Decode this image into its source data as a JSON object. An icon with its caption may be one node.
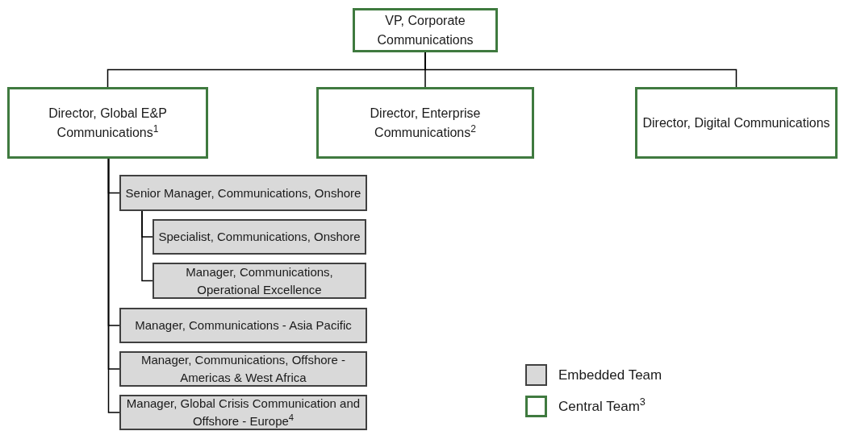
{
  "diagram": {
    "nodes": [
      {
        "text": [
          "VP, Corporate Communications"
        ]
      },
      {
        "text": [
          "Director, Global E&P Communications$^{1}$"
        ]
      },
      {
        "text": [
          "Director, Enterprise Communications$^{2}$"
        ]
      },
      {
        "text": [
          "Director, Digital Communications"
        ]
      },
      {
        "text": [
          "Senior Manager, Communications, Onshore"
        ]
      },
      {
        "text": [
          "Specialist, Communications, Onshore"
        ]
      },
      {
        "text": [
          "Manager, Communications, Operational Excellence"
        ]
      },
      {
        "text": [
          "Manager, Communications - Asia Pacific"
        ]
      },
      {
        "text": [
          "Manager, Communications, Offshore - Americas & West Africa"
        ]
      },
      {
        "text": [
          "Manager, Global Crisis Communication and Offshore - Europe$^{4}$"
        ]
      }
    ],
    "edges": [
      {
        "from": 0,
        "to": 1,
        "arrow": "none"
      },
      {
        "from": 0,
        "to": 2,
        "arrow": "none"
      },
      {
        "from": 0,
        "to": 3,
        "arrow": "none"
      },
      {
        "from": 1,
        "to": 4,
        "arrow": "none"
      },
      {
        "from": 4,
        "to": 5,
        "arrow": "none"
      },
      {
        "from": 4,
        "to": 6,
        "arrow": "none"
      },
      {
        "from": 1,
        "to": 7,
        "arrow": "none"
      },
      {
        "from": 1,
        "to": 8,
        "arrow": "none"
      },
      {
        "from": 1,
        "to": 9,
        "arrow": "none"
      }
    ],
    "legend": [
      {
        "text": "Embedded Team",
        "color": "#d9d9d9"
      },
      {
        "text": "Central Team$^{3}$"
      }
    ]
  }
}
